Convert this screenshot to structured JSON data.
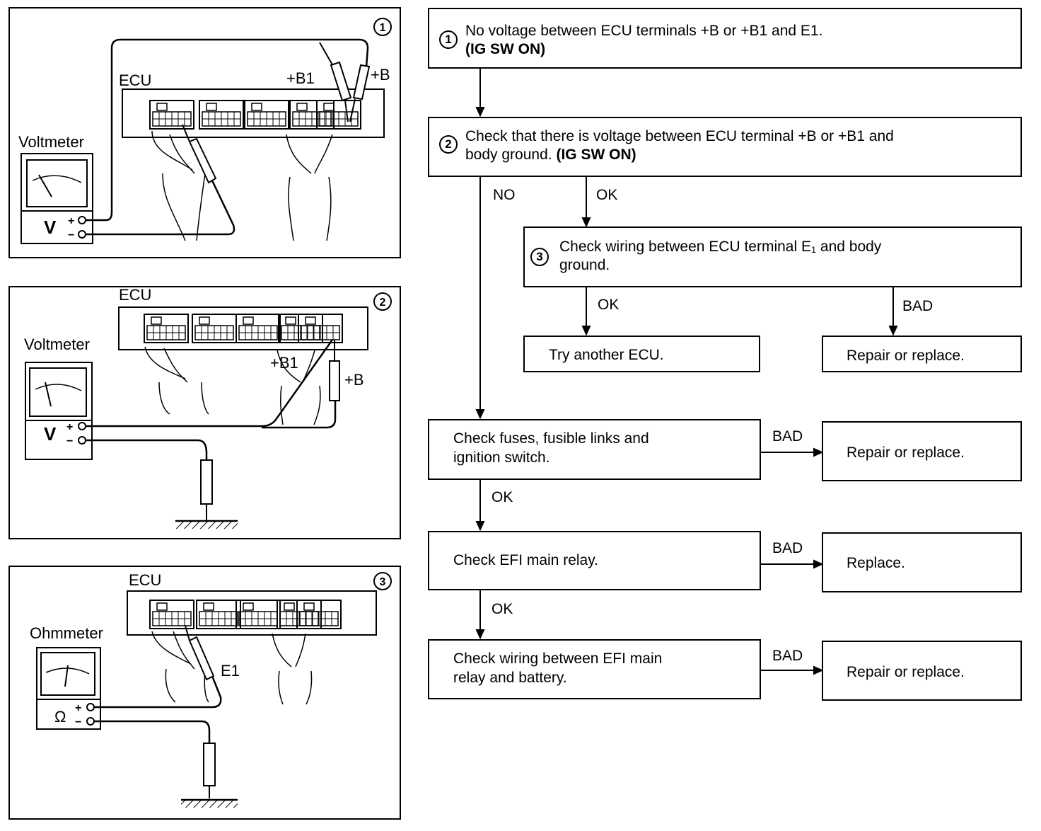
{
  "panels": [
    {
      "number": "1",
      "ecu_label": "ECU",
      "meter_label": "Voltmeter",
      "meter_symbol": "V",
      "plus": "+",
      "minus": "−",
      "terminal_labels": [
        "+B1",
        "+B"
      ]
    },
    {
      "number": "2",
      "ecu_label": "ECU",
      "meter_label": "Voltmeter",
      "meter_symbol": "V",
      "plus": "+",
      "minus": "−",
      "terminal_labels": [
        "+B1",
        "+B"
      ]
    },
    {
      "number": "3",
      "ecu_label": "ECU",
      "meter_label": "Ohmmeter",
      "meter_symbol": "Ω",
      "plus": "+",
      "minus": "−",
      "terminal_labels": [
        "E1"
      ]
    }
  ],
  "flow": {
    "step1": {
      "number": "1",
      "line1": "No voltage between ECU terminals +B or +B1 and E1.",
      "line2": "(IG SW ON)"
    },
    "step2": {
      "number": "2",
      "line1": "Check that there is voltage between ECU terminal +B or +B1 and",
      "line2_a": "body ground.",
      "line2_b": "(IG SW ON)"
    },
    "step3": {
      "number": "3",
      "line1": "Check wiring between ECU terminal E₁ and body",
      "line2": "ground."
    },
    "try_ecu": "Try another ECU.",
    "repair1": "Repair or replace.",
    "fuses": {
      "line1": "Check fuses, fusible links and",
      "line2": "ignition switch."
    },
    "repair2": "Repair or replace.",
    "relay": "Check EFI main relay.",
    "replace": "Replace.",
    "wiring": {
      "line1": "Check wiring between EFI main",
      "line2": "relay and battery."
    },
    "repair3": "Repair or replace.",
    "labels": {
      "no": "NO",
      "ok_a": "OK",
      "ok_b": "OK",
      "bad_a": "BAD",
      "bad_b": "BAD",
      "ok_c": "OK",
      "bad_c": "BAD",
      "ok_d": "OK",
      "bad_d": "BAD"
    }
  }
}
